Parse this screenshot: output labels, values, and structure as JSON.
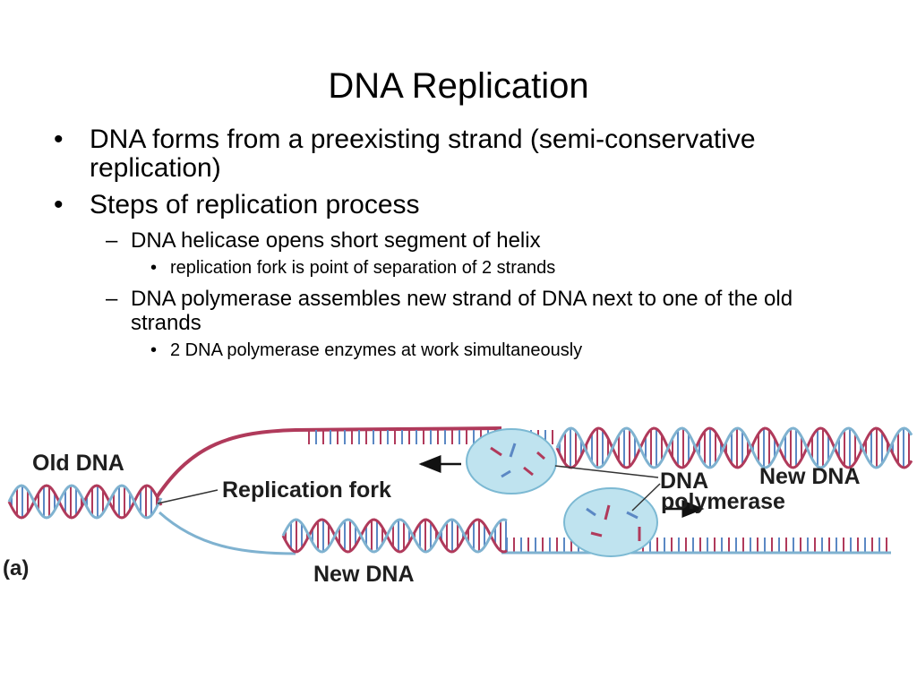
{
  "slide": {
    "title": "DNA Replication",
    "bullets": [
      {
        "marker": "•",
        "text": "DNA forms from a preexisting strand (semi-conservative replication)"
      },
      {
        "marker": "•",
        "text": "Steps of replication process"
      },
      {
        "marker": "–",
        "text": "DNA helicase opens short segment of helix"
      },
      {
        "marker": "•",
        "text": "replication fork is point of separation of 2 strands"
      },
      {
        "marker": "–",
        "text": "DNA polymerase assembles new strand of DNA next to one of the old strands"
      },
      {
        "marker": "•",
        "text": "2 DNA polymerase enzymes at work simultaneously"
      }
    ]
  },
  "figure": {
    "labels": {
      "old_dna": "Old DNA",
      "replication_fork": "Replication fork",
      "dna_polymerase_line1": "DNA",
      "dna_polymerase_line2": "polymerase",
      "new_dna_right": "New DNA",
      "new_dna_bottom": "New DNA",
      "panel": "(a)"
    },
    "colors": {
      "old_strand": "#b03a5b",
      "new_strand": "#7fb2d0",
      "base_pair_old": "#b03a5b",
      "base_pair_new": "#5b88c4",
      "enzyme_fill": "#bfe3ef",
      "enzyme_edge": "#7cb9d3",
      "arrow": "#111111"
    }
  }
}
